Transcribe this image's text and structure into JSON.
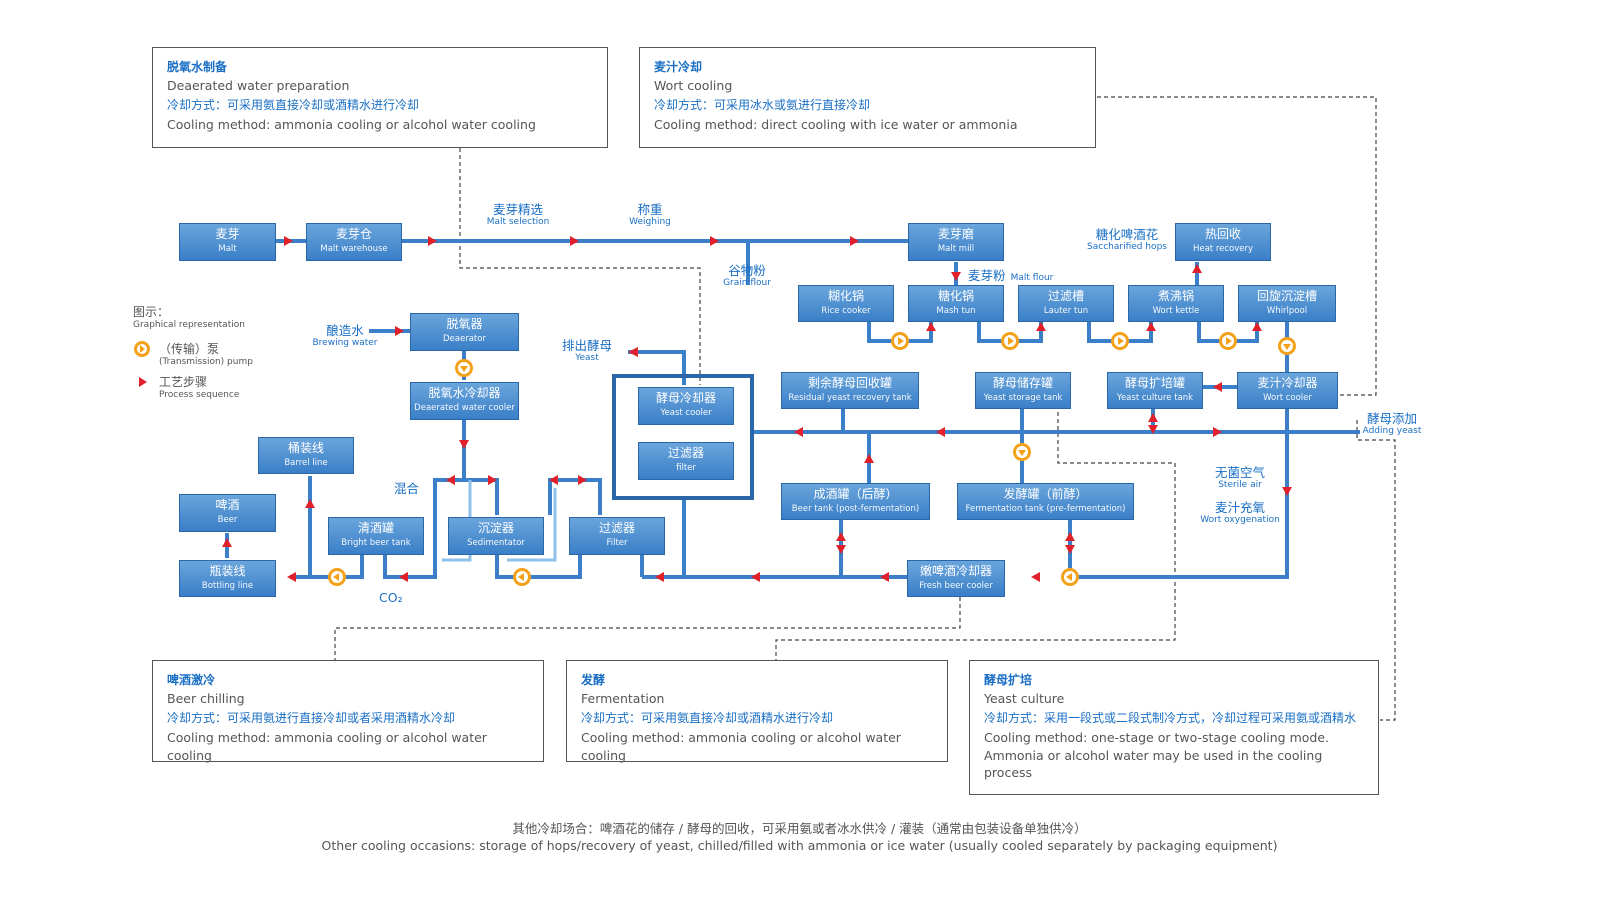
{
  "colors": {
    "pipe": "#3a7fc8",
    "pipe_light": "#8ec0ea",
    "arrow": "#e0202a",
    "pump": "#f4a11a",
    "text_blue": "#1a6fc4",
    "border": "#555555"
  },
  "info_boxes": {
    "deaerated": {
      "title_zh": "脱氧水制备",
      "title_en": "Deaerated water preparation",
      "method_zh": "冷却方式：可采用氨直接冷却或酒精水进行冷却",
      "method_en": "Cooling method: ammonia cooling or alcohol water cooling"
    },
    "wort": {
      "title_zh": "麦汁冷却",
      "title_en": "Wort cooling",
      "method_zh": "冷却方式：可采用冰水或氨进行直接冷却",
      "method_en": "Cooling method: direct cooling with ice water or ammonia"
    },
    "beer_chilling": {
      "title_zh": "啤酒激冷",
      "title_en": "Beer chilling",
      "method_zh": "冷却方式：可采用氨进行直接冷却或者采用酒精水冷却",
      "method_en": "Cooling method: ammonia cooling or alcohol water cooling"
    },
    "fermentation": {
      "title_zh": "发酵",
      "title_en": "Fermentation",
      "method_zh": "冷却方式：可采用氨直接冷却或酒精水进行冷却",
      "method_en": "Cooling method: ammonia cooling or alcohol water cooling"
    },
    "yeast_culture": {
      "title_zh": "酵母扩培",
      "title_en": "Yeast culture",
      "method_zh": "冷却方式：采用一段式或二段式制冷方式，冷却过程可采用氨或酒精水",
      "method_en": "Cooling method: one-stage or two-stage cooling mode. Ammonia or alcohol water may be used in the cooling process"
    }
  },
  "nodes": {
    "malt": {
      "zh": "麦芽",
      "en": "Malt"
    },
    "malt_warehouse": {
      "zh": "麦芽仓",
      "en": "Malt warehouse"
    },
    "malt_mill": {
      "zh": "麦芽磨",
      "en": "Malt mill"
    },
    "heat_recovery": {
      "zh": "热回收",
      "en": "Heat recovery"
    },
    "rice_cooker": {
      "zh": "糊化锅",
      "en": "Rice cooker"
    },
    "mash_tun": {
      "zh": "糖化锅",
      "en": "Mash tun"
    },
    "lauter_tun": {
      "zh": "过滤槽",
      "en": "Lauter tun"
    },
    "wort_kettle": {
      "zh": "煮沸锅",
      "en": "Wort kettle"
    },
    "whirlpool": {
      "zh": "回旋沉淀槽",
      "en": "Whirlpool"
    },
    "deaerator": {
      "zh": "脱氧器",
      "en": "Deaerator"
    },
    "deaerated_cooler": {
      "zh": "脱氧水冷却器",
      "en": "Deaerated water cooler"
    },
    "barrel_line": {
      "zh": "桶装线",
      "en": "Barrel line"
    },
    "beer": {
      "zh": "啤酒",
      "en": "Beer"
    },
    "bottling_line": {
      "zh": "瓶装线",
      "en": "Bottling line"
    },
    "bright_beer_tank": {
      "zh": "清酒罐",
      "en": "Bright beer tank"
    },
    "sedimentator": {
      "zh": "沉淀器",
      "en": "Sedimentator"
    },
    "filter": {
      "zh": "过滤器",
      "en": "Filter"
    },
    "yeast_cooler": {
      "zh": "酵母冷却器",
      "en": "Yeast cooler"
    },
    "filter_inner": {
      "zh": "过滤器",
      "en": "filter"
    },
    "residual_yeast": {
      "zh": "剩余酵母回收罐",
      "en": "Residual yeast recovery tank"
    },
    "yeast_storage": {
      "zh": "酵母储存罐",
      "en": "Yeast storage tank"
    },
    "yeast_culture_tank": {
      "zh": "酵母扩培罐",
      "en": "Yeast culture tank"
    },
    "wort_cooler": {
      "zh": "麦汁冷却器",
      "en": "Wort cooler"
    },
    "beer_tank": {
      "zh": "成酒罐（后酵）",
      "en": "Beer tank (post-fermentation)"
    },
    "fermentation_tank": {
      "zh": "发酵罐（前酵）",
      "en": "Fermentation tank (pre-fermentation)"
    },
    "fresh_beer_cooler": {
      "zh": "嫩啤酒冷却器",
      "en": "Fresh beer cooler"
    }
  },
  "labels": {
    "malt_selection": {
      "zh": "麦芽精选",
      "en": "Malt selection"
    },
    "weighing": {
      "zh": "称重",
      "en": "Weighing"
    },
    "grain_flour": {
      "zh": "谷物粉",
      "en": "Grain flour"
    },
    "malt_flour": {
      "zh": "麦芽粉",
      "en": "Malt flour"
    },
    "saccharified_hops": {
      "zh": "糖化啤酒花",
      "en": "Saccharified hops"
    },
    "brewing_water": {
      "zh": "酿造水",
      "en": "Brewing water"
    },
    "yeast_out": {
      "zh": "排出酵母",
      "en": "Yeast"
    },
    "adding_yeast": {
      "zh": "酵母添加",
      "en": "Adding yeast"
    },
    "sterile_air": {
      "zh": "无菌空气",
      "en": "Sterile air"
    },
    "wort_oxygenation": {
      "zh": "麦汁充氧",
      "en": "Wort oxygenation"
    },
    "mix": {
      "zh": "混合"
    },
    "co2": {
      "zh": "CO₂"
    }
  },
  "legend": {
    "title_zh": "图示：",
    "title_en": "Graphical representation",
    "pump_zh": "（传输）泵",
    "pump_en": "(Transmission) pump",
    "step_zh": "工艺步骤",
    "step_en": "Process sequence"
  },
  "footer": {
    "zh": "其他冷却场合：啤酒花的储存 / 酵母的回收，可采用氨或者冰水供冷 / 灌装（通常由包装设备单独供冷）",
    "en": "Other cooling occasions: storage of hops/recovery of yeast, chilled/filled with ammonia or ice water (usually cooled separately by packaging equipment)"
  }
}
